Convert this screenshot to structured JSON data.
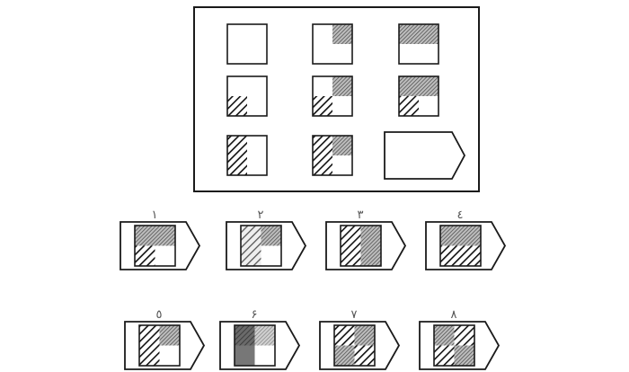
{
  "puzzle": {
    "colors": {
      "stroke": "#1a1a1a",
      "fine": "#555555",
      "coarse": "#111111",
      "dark": "#444444",
      "solid": "#777777"
    },
    "matrix": [
      [
        [
          "none",
          "none",
          "none",
          "none"
        ],
        [
          "none",
          "fine",
          "none",
          "none"
        ],
        [
          "fine",
          "fine",
          "none",
          "none"
        ]
      ],
      [
        [
          "none",
          "none",
          "coarse",
          "none"
        ],
        [
          "none",
          "fine",
          "coarse",
          "none"
        ],
        [
          "fine",
          "fine",
          "coarse",
          "none"
        ]
      ],
      [
        [
          "coarse",
          "none",
          "coarse",
          "none"
        ],
        [
          "coarse",
          "fine",
          "coarse",
          "none"
        ],
        "missing"
      ]
    ],
    "options": [
      {
        "label": "١",
        "quadrants": [
          "fine",
          "fine",
          "coarse",
          "none"
        ]
      },
      {
        "label": "٢",
        "quadrants": [
          "coarse-light",
          "fine",
          "coarse-light",
          "none"
        ]
      },
      {
        "label": "٣",
        "quadrants": [
          "coarse",
          "fine",
          "coarse",
          "fine"
        ]
      },
      {
        "label": "٤",
        "quadrants": [
          "fine",
          "fine",
          "coarse",
          "coarse"
        ]
      },
      {
        "label": "٥",
        "quadrants": [
          "coarse",
          "fine",
          "coarse",
          "none"
        ]
      },
      {
        "label": "۶",
        "quadrants": [
          "dark",
          "fine-light",
          "solid",
          "none"
        ]
      },
      {
        "label": "٧",
        "quadrants": [
          "coarse",
          "fine",
          "fine",
          "coarse"
        ]
      },
      {
        "label": "٨",
        "quadrants": [
          "fine",
          "coarse",
          "coarse",
          "fine"
        ]
      }
    ]
  }
}
